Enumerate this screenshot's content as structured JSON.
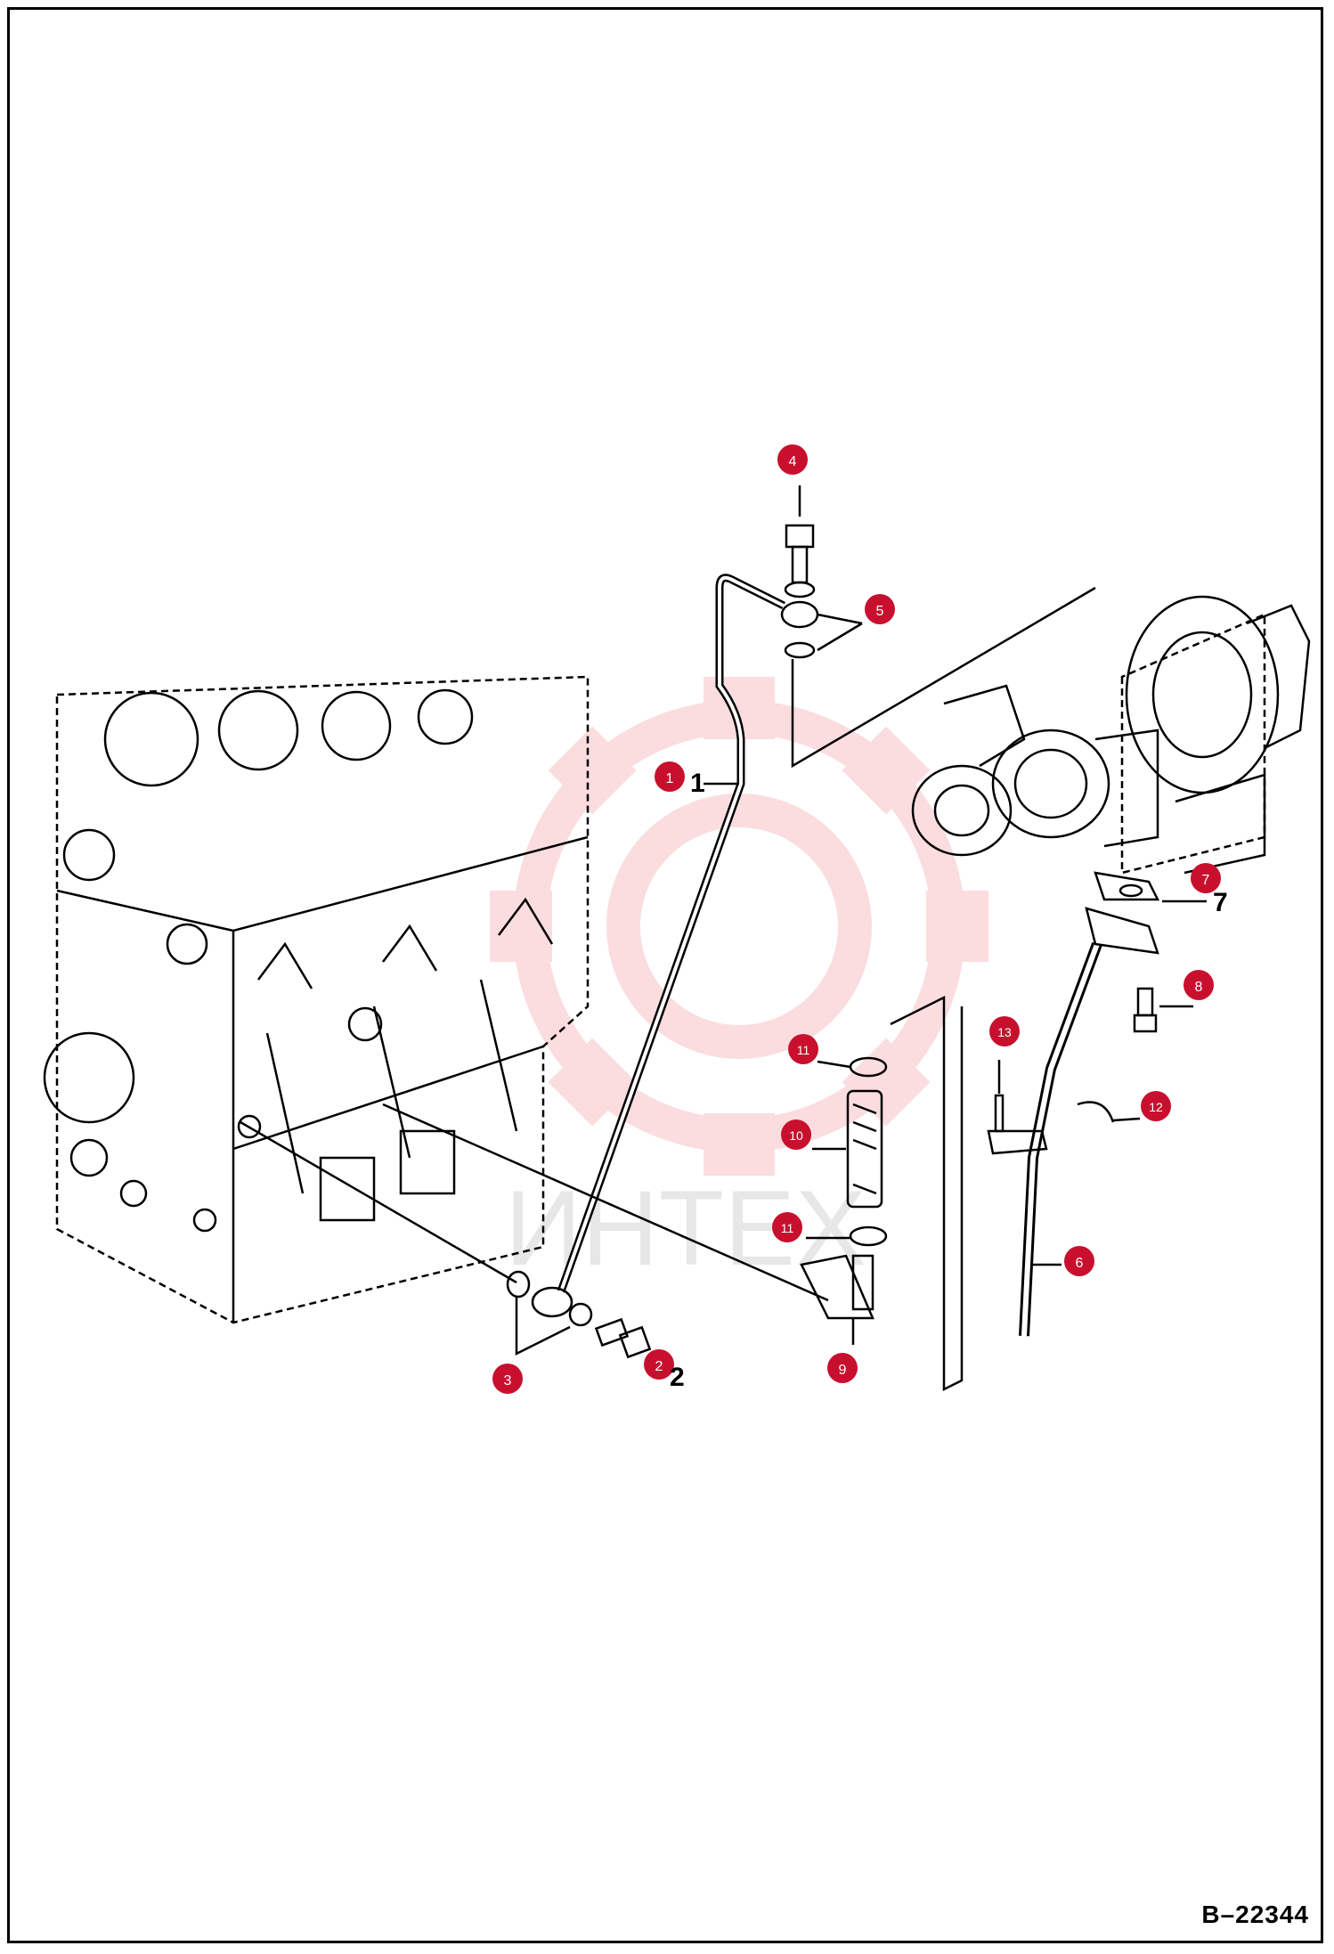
{
  "watermark": {
    "text": "ИНТЕХ",
    "color": "#e8323c"
  },
  "reference_code": "B–22344",
  "callout_color": "#c8102e",
  "callouts": [
    {
      "label": "1"
    },
    {
      "label": "2"
    },
    {
      "label": "3"
    },
    {
      "label": "4"
    },
    {
      "label": "5"
    },
    {
      "label": "6"
    },
    {
      "label": "7"
    },
    {
      "label": "8"
    },
    {
      "label": "9"
    },
    {
      "label": "10"
    },
    {
      "label": "11"
    },
    {
      "label": "11"
    },
    {
      "label": "12"
    },
    {
      "label": "13"
    }
  ]
}
